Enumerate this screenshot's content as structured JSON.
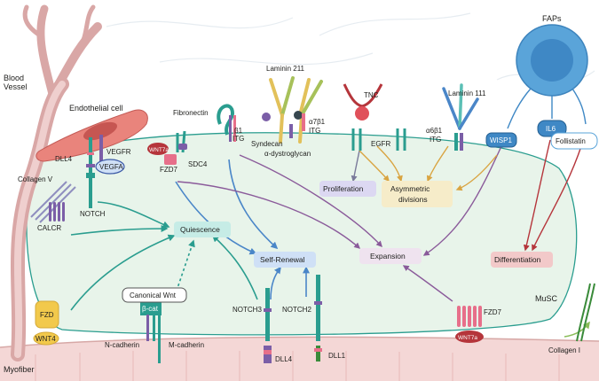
{
  "labels": {
    "blood_vessel": "Blood\nVessel",
    "endothelial_cell": "Endothelial cell",
    "myofiber": "Myofiber",
    "musc": "MuSC",
    "faps": "FAPs",
    "dll4_top": "DLL4",
    "vegfr": "VEGFR",
    "vegfa": "VEGFA",
    "notch": "NOTCH",
    "collagen_v": "Collagen V",
    "calcr": "CALCR",
    "fzd_left": "FZD",
    "wnt4": "WNT4",
    "fibronectin": "Fibronectin",
    "b1_itg": "β1\nITG",
    "wnt7a_top": "WNT7a",
    "fzd7_top": "FZD7",
    "sdc4": "SDC4",
    "laminin_211": "Laminin 211",
    "syndecan": "Syndecan",
    "a7b1_itg": "α7β1\nITG",
    "a_dystroglycan": "α-dystroglycan",
    "tnc": "TNC",
    "egfr": "EGFR",
    "laminin_111": "Laminin 111",
    "a6b1_itg": "α6β1\nITG",
    "wisp1": "WISP1",
    "il6": "IL6",
    "follistatin": "Follistatin",
    "canonical_wnt": "Canonical Wnt",
    "b_cat": "β-cat",
    "n_cadherin": "N-cadherin",
    "m_cadherin": "M-cadherin",
    "notch3": "NOTCH3",
    "notch2": "NOTCH2",
    "dll4_bottom": "DLL4",
    "dll1": "DLL1",
    "fzd7_bottom": "FZD7",
    "wnt7a_bottom": "WNT7a",
    "collagen_i": "Collagen I"
  },
  "states": {
    "quiescence": "Quiescence",
    "self_renewal": "Self-Renewal",
    "expansion": "Expansion",
    "proliferation": "Proliferation",
    "asymmetric_divisions": "Asymmetric\ndivisions",
    "differentiation": "Differentiation"
  },
  "colors": {
    "teal": "#2a9d8f",
    "purple": "#7b5ea7",
    "pink": "#e76f8a",
    "dark_red": "#b5353b",
    "blue": "#4a86c8",
    "yellow": "#f2c94c",
    "orange": "#d9a441",
    "muscle": "#f4d7d6",
    "cell_fill": "#e8f4ea",
    "faps": "#5aa4d9"
  }
}
